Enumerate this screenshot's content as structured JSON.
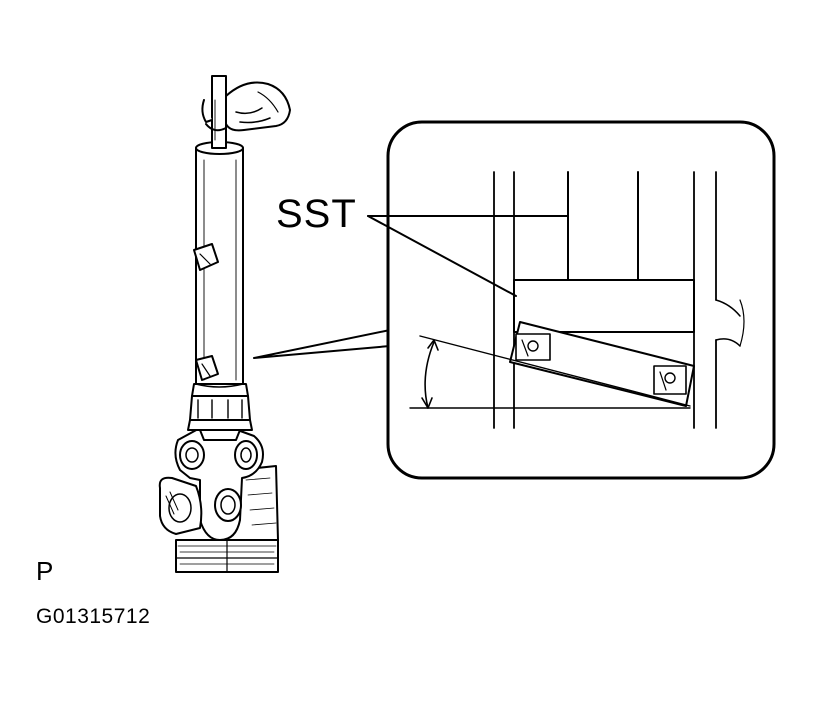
{
  "labels": {
    "sst": "SST",
    "view_letter": "P",
    "figure_code": "G01315712"
  },
  "colors": {
    "ink": "#000000",
    "paper": "#ffffff"
  }
}
